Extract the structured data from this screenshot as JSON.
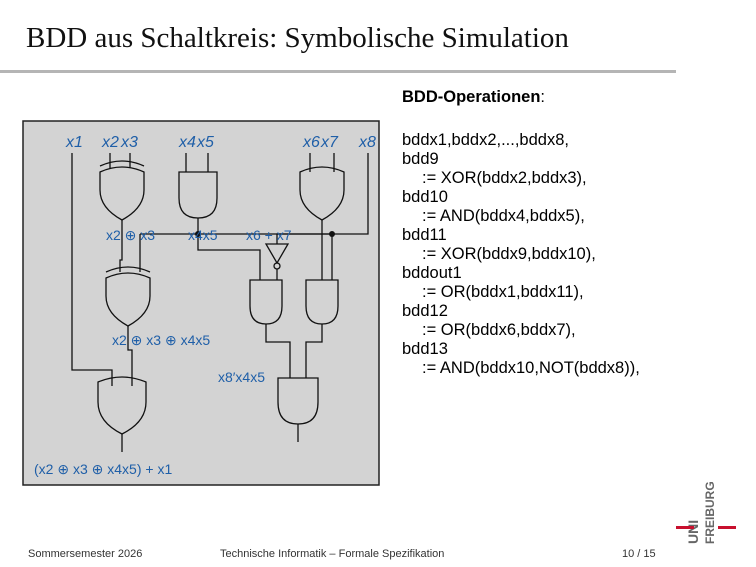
{
  "slide": {
    "title": "BDD aus Schaltkreis: Symbolische Simulation"
  },
  "circuit": {
    "inputs": {
      "x1": "x1",
      "x2": "x2",
      "x3": "x3",
      "x4": "x4",
      "x5": "x5",
      "x6": "x6",
      "x7": "x7",
      "x8": "x8"
    },
    "signal_labels": {
      "xor23": "x2 ⊕ x3",
      "and45": "x4x5",
      "or67": "x6 + x7",
      "xor_all": "x2 ⊕ x3 ⊕ x4x5",
      "and_not8": "x8′x4x5",
      "output": "(x2 ⊕ x3 ⊕ x4x5) + x1"
    },
    "colors": {
      "panel_fill": "#d3d3d3",
      "label_blue": "#1f5fa8",
      "wire": "#111111"
    }
  },
  "operations": {
    "heading": "BDD-Operationen",
    "heading_suffix": ":",
    "lines": [
      "bddx1,bddx2,...,bddx8,",
      "bdd9",
      ":= XOR(bddx2,bddx3),",
      "bdd10",
      ":= AND(bddx4,bddx5),",
      "bdd11",
      ":= XOR(bddx9,bddx10),",
      "bddout1",
      ":= OR(bddx1,bddx11),",
      "bdd12",
      ":= OR(bddx6,bddx7),",
      "bdd13",
      ":= AND(bddx10,NOT(bddx8)),"
    ]
  },
  "footer": {
    "semester": "Sommersemester 2026",
    "course": "Technische Informatik – Formale Spezifikation",
    "page": "10 / 15"
  },
  "logo": {
    "line1": "UNI",
    "line2": "FREIBURG",
    "accent_color": "#c8102e"
  }
}
